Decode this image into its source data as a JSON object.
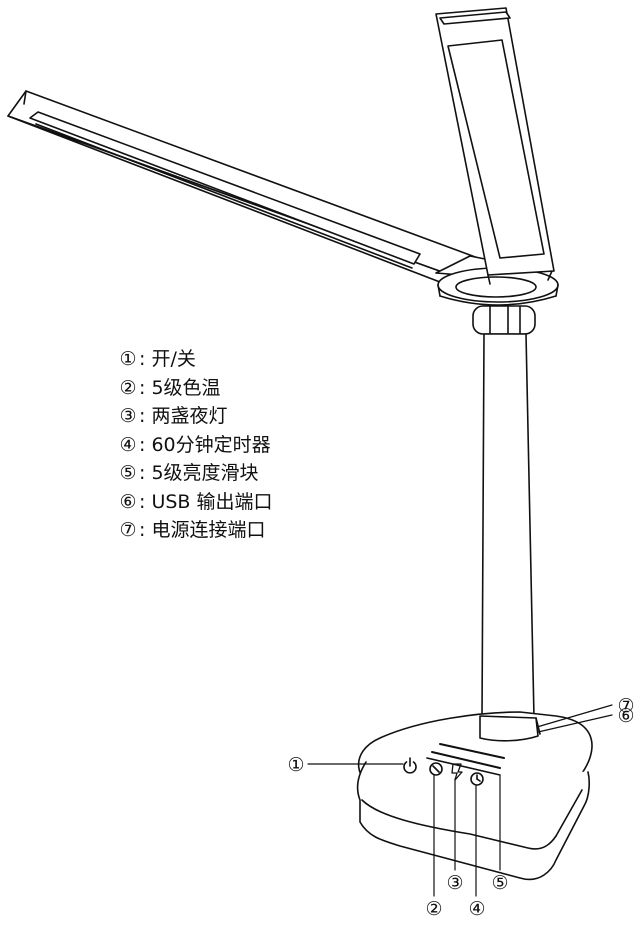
{
  "legend": [
    {
      "num": "①",
      "sep": ": ",
      "text": "开/关"
    },
    {
      "num": "②",
      "sep": ": ",
      "text": "5级色温"
    },
    {
      "num": "③",
      "sep": ": ",
      "text": "两盏夜灯"
    },
    {
      "num": "④",
      "sep": ": ",
      "text": "60分钟定时器"
    },
    {
      "num": "⑤",
      "sep": ": ",
      "text": "5级亮度滑块"
    },
    {
      "num": "⑥",
      "sep": ": ",
      "text": "USB 输出端口"
    },
    {
      "num": "⑦",
      "sep": ": ",
      "text": "电源连接端口"
    }
  ],
  "callouts": {
    "power": "①",
    "color_temp": "②",
    "night_light": "③",
    "timer": "④",
    "brightness_slider": "⑤",
    "usb_port": "⑥",
    "power_port": "⑦"
  },
  "icons": {
    "power": "power-icon",
    "color_temp": "color-temperature-icon",
    "night_light": "night-light-icon",
    "timer": "timer-icon"
  }
}
